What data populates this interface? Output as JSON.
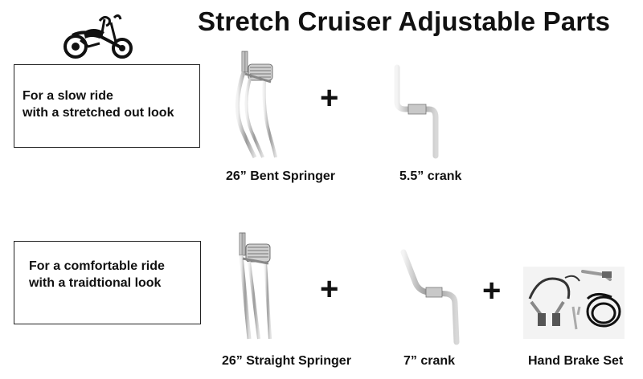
{
  "title": "Stretch Cruiser Adjustable Parts",
  "rows": [
    {
      "description": [
        "For a slow ride",
        "with a stretched out look"
      ],
      "fork_label": "26” Bent Springer",
      "crank_label": "5.5” crank",
      "plus": "+"
    },
    {
      "description": [
        "For a comfortable ride",
        "with a traidtional look"
      ],
      "fork_label": "26” Straight Springer",
      "crank_label": "7” crank",
      "brake_label": "Hand Brake Set",
      "plus": "+"
    }
  ],
  "icons": {
    "logo": "chopper-bicycle-logo-icon",
    "fork": "springer-fork-icon",
    "crank": "crank-icon",
    "brake": "hand-brake-set-icon"
  },
  "colors": {
    "chrome_light": "#e6e6e6",
    "chrome_dark": "#7a7a7a",
    "cable": "#1a1a1a",
    "text": "#111111"
  }
}
